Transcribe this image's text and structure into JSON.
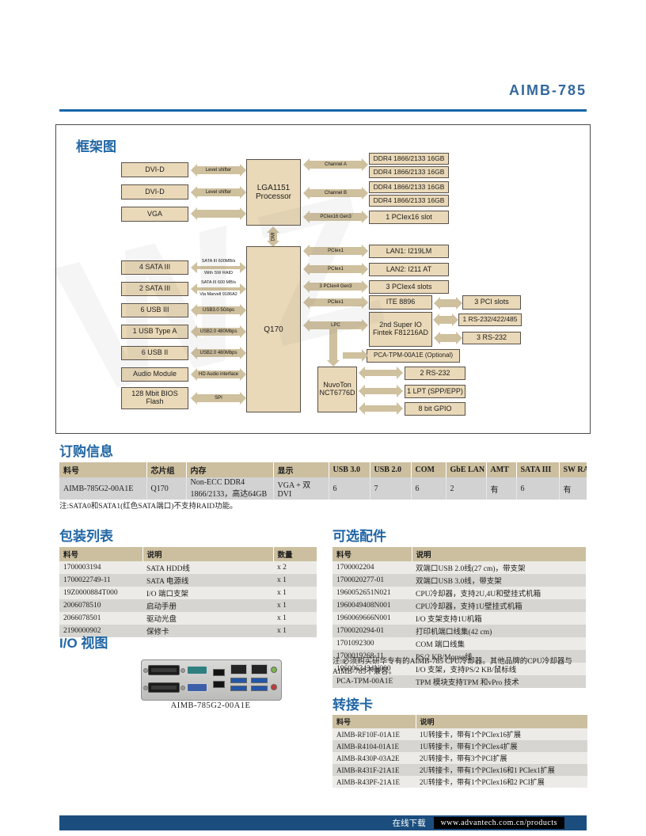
{
  "header": {
    "model": "AIMB-785"
  },
  "watermark": "WZ",
  "diagram": {
    "title": "框架图",
    "cpu": "LGA1151 Processor",
    "chipset": "Q170",
    "dmi": "DMI",
    "displays": [
      "DVI-D",
      "DVI-D",
      "VGA"
    ],
    "dimms": [
      "DDR4 1866/2133 16GB",
      "DDR4 1866/2133 16GB",
      "DDR4 1866/2133 16GB",
      "DDR4 1866/2133 16GB"
    ],
    "pcie16_slot": "1 PCIex16 slot",
    "labels": {
      "level_shifter": "Level shifter",
      "channel_a": "Channel A",
      "channel_b": "Channel B",
      "pcie16": "PCIex16 Gen3",
      "pcie1": "PCIex1",
      "pcie4": "3 PCIex4 Gen3",
      "lpc": "LPC",
      "sata1_a": "SATA III 600MB/s",
      "sata1_b": "With SW RAID",
      "sata2_a": "SATA III 600 MB/s",
      "sata2_b": "Via Marvell 9186A2",
      "usb3": "USB3.0 5Gbps",
      "usb2": "USB2.0 480Mbps",
      "hd_audio": "HD Audio interface",
      "spi": "SPI"
    },
    "left_io": [
      "4 SATA III",
      "2 SATA III",
      "6 USB III",
      "1 USB Type A",
      "6 USB II",
      "Audio Module",
      "128 Mbit BIOS Flash"
    ],
    "right": {
      "lan1": "LAN1: I219LM",
      "lan2": "LAN2: I211 AT",
      "pcie4_slots": "3 PCIex4 slots",
      "ite": "ITE 8896",
      "pci_slots": "3 PCI slots",
      "sio1": "2nd Super IO Fintek F81216AD",
      "rs485": "1 RS-232/422/485",
      "rs232": "3 RS-232",
      "tpm": "PCA-TPM-00A1E (Optional)",
      "sio2": "NuvoTon NCT6776D",
      "out1": "2 RS-232",
      "out2": "1 LPT (SPP/EPP)",
      "out3": "8 bit GPIO"
    }
  },
  "ordering": {
    "title": "订购信息",
    "table": {
      "headers": [
        "料号",
        "芯片组",
        "内存",
        "显示",
        "USB 3.0",
        "USB 2.0",
        "COM",
        "GbE LAN",
        "AMT",
        "SATA III",
        "SW RAID"
      ],
      "rows": [
        [
          "AIMB-785G2-00A1E",
          "Q170",
          "Non-ECC DDR4 1866/2133，高达64GB",
          "VGA + 双DVI",
          "6",
          "7",
          "6",
          "2",
          "有",
          "6",
          "有"
        ]
      ]
    },
    "note": "注:SATA0和SATA1(红色SATA端口)不支持RAID功能。"
  },
  "packing": {
    "title": "包装列表",
    "table": {
      "headers": [
        "料号",
        "说明",
        "数量"
      ],
      "rows": [
        [
          "1700003194",
          "SATA HDD线",
          "x 2"
        ],
        [
          "1700022749-11",
          "SATA 电源线",
          "x 1"
        ],
        [
          "19Z0000884T000",
          "I/O 端口支架",
          "x 1"
        ],
        [
          "2006078510",
          "启动手册",
          "x 1"
        ],
        [
          "2066078501",
          "驱动光盘",
          "x 1"
        ],
        [
          "2190000902",
          "保修卡",
          "x 1"
        ]
      ]
    }
  },
  "optional": {
    "title": "可选配件",
    "table": {
      "headers": [
        "料号",
        "说明"
      ],
      "rows": [
        [
          "1700002204",
          "双端口USB 2.0线(27 cm)，带支架"
        ],
        [
          "1700020277-01",
          "双端口USB 3.0线，带支架"
        ],
        [
          "1960052651N021",
          "CPU冷却器，支持2U,4U和壁挂式机箱"
        ],
        [
          "1960049408N001",
          "CPU冷却器，支持1U壁挂式机箱"
        ],
        [
          "1960069666N001",
          "I/O 支架支持1U机箱"
        ],
        [
          "1700020294-01",
          "打印机端口线集(42 cm)"
        ],
        [
          "1701092300",
          "COM 端口线集"
        ],
        [
          "1700019268-11",
          "PS/2 KB/Mouse线"
        ],
        [
          "1960063434N000",
          "I/O 支架，支持PS/2 KB/鼠标线"
        ],
        [
          "PCA-TPM-00A1E",
          "TPM 模块支持TPM 和vPro 技术"
        ]
      ]
    },
    "note": "注:必须购买研华专有的AIMB-785 CPU冷却器。其他品牌的CPU冷却器与AIMB-785不兼容。"
  },
  "io_view": {
    "title": "I/O 视图",
    "caption": "AIMB-785G2-00A1E"
  },
  "riser": {
    "title": "转接卡",
    "table": {
      "headers": [
        "料号",
        "说明"
      ],
      "rows": [
        [
          "AIMB-RF10F-01A1E",
          "1U转接卡，带有1个PCIex16扩展"
        ],
        [
          "AIMB-R4104-01A1E",
          "1U转接卡，带有1个PCIex4扩展"
        ],
        [
          "AIMB-R430P-03A2E",
          "2U转接卡，带有3个PCI扩展"
        ],
        [
          "AIMB-R431F-21A1E",
          "2U转接卡，带有1个PCIex16和1 PCIex1扩展"
        ],
        [
          "AIMB-R43PF-21A1E",
          "2U转接卡，带有1个PCIex16和2 PCI扩展"
        ]
      ]
    }
  },
  "footer": {
    "label": "在线下载",
    "url": "www.advantech.com.cn/products"
  }
}
